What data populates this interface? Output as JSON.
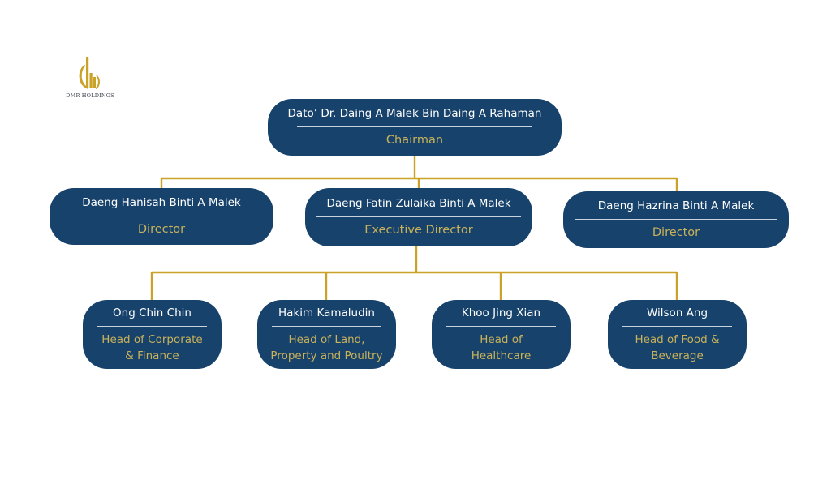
{
  "logo": {
    "text": "DMR HOLDINGS",
    "color": "#c9a227"
  },
  "colors": {
    "node_bg": "#17426b",
    "connector": "#c9a227",
    "role_text": "#c9b25a"
  },
  "chairman": {
    "name": "Dato’ Dr. Daing A Malek Bin Daing A Rahaman",
    "role": "Chairman"
  },
  "directors": [
    {
      "name": "Daeng Hanisah Binti A Malek",
      "role": "Director"
    },
    {
      "name": "Daeng Fatin Zulaika Binti A Malek",
      "role": "Executive Director"
    },
    {
      "name": "Daeng Hazrina Binti A Malek",
      "role": "Director"
    }
  ],
  "heads": [
    {
      "name": "Ong Chin Chin",
      "role_line1": "Head of Corporate",
      "role_line2": "& Finance"
    },
    {
      "name": "Hakim Kamaludin",
      "role_line1": "Head of Land,",
      "role_line2": "Property and Poultry"
    },
    {
      "name": "Khoo Jing Xian",
      "role_line1": "Head of",
      "role_line2": "Healthcare"
    },
    {
      "name": "Wilson Ang",
      "role_line1": "Head of Food &",
      "role_line2": "Beverage"
    }
  ]
}
